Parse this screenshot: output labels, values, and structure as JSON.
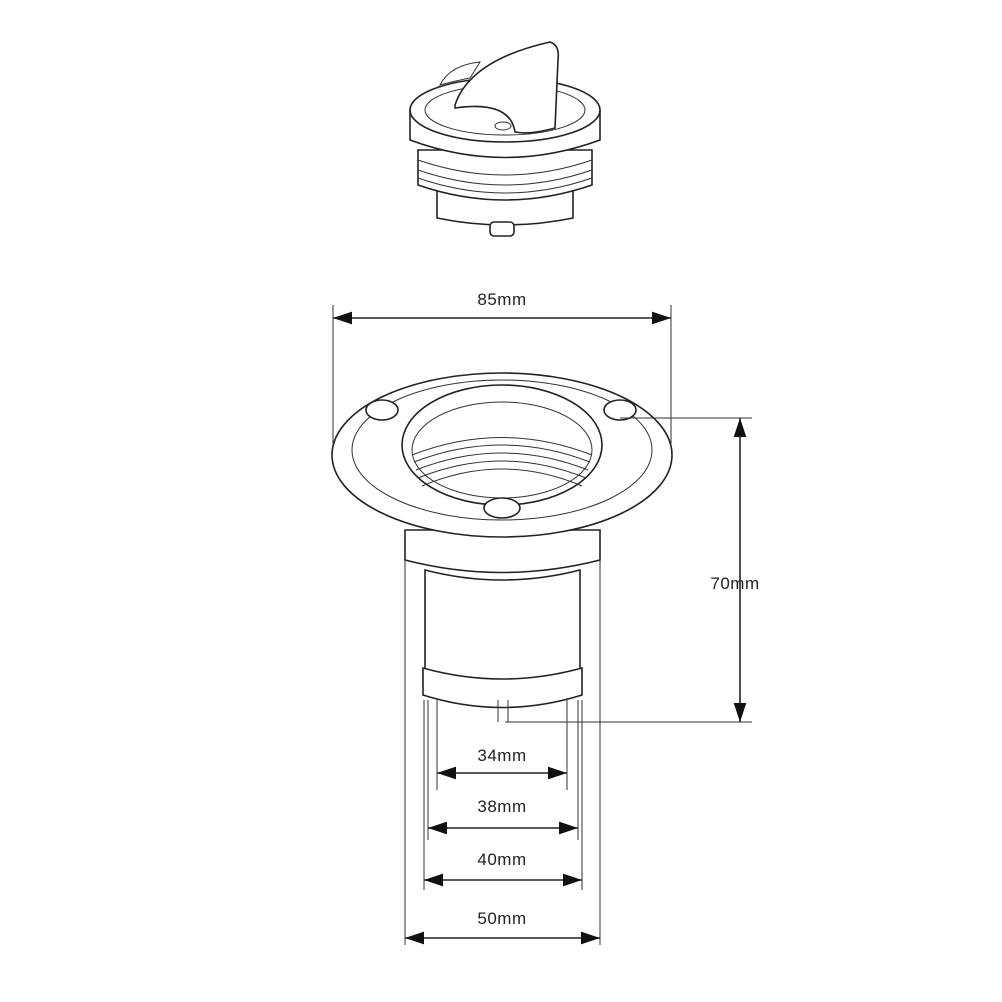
{
  "title": "Deck fill cap dimension drawing",
  "dimensions": {
    "flange_width": "85mm",
    "height": "70mm",
    "d1": "34mm",
    "d2": "38mm",
    "d3": "40mm",
    "d4": "50mm"
  }
}
